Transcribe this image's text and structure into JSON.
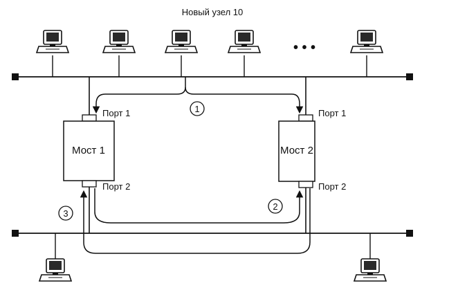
{
  "title": "Новый узел 10",
  "ellipsis": "• • •",
  "bridges": [
    {
      "name": "Мост 1",
      "port_top": "Порт 1",
      "port_bottom": "Порт 2"
    },
    {
      "name": "Мост 2",
      "port_top": "Порт 1",
      "port_bottom": "Порт 2"
    }
  ],
  "markers": [
    "1",
    "2",
    "3"
  ],
  "colors": {
    "line": "#111111",
    "box_fill": "#ffffff",
    "screen": "#2a2a2a"
  }
}
